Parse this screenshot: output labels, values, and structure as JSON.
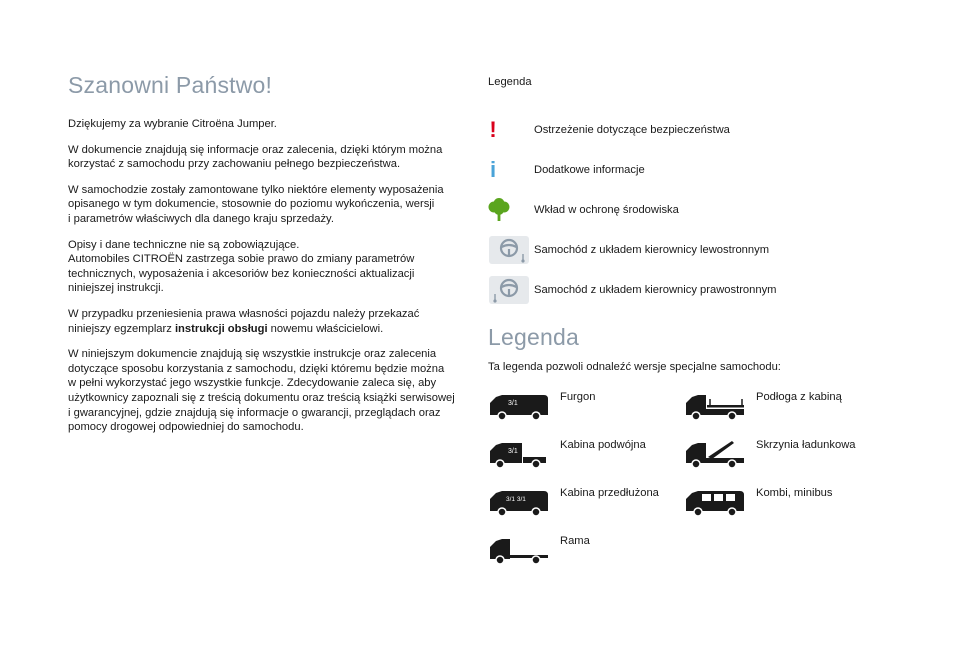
{
  "left": {
    "title": "Szanowni Państwo!",
    "p1": "Dziękujemy za wybranie Citroëna Jumper.",
    "p2": "W dokumencie znajdują się informacje oraz zalecenia, dzięki którym można\nkorzystać z samochodu przy zachowaniu pełnego bezpieczeństwa.",
    "p3": "W samochodzie zostały zamontowane tylko niektóre elementy wyposażenia\nopisanego w tym dokumencie, stosownie do poziomu wykończenia, wersji\ni parametrów właściwych dla danego kraju sprzedaży.",
    "p4": "Opisy i dane techniczne nie są zobowiązujące.\nAutomobiles CITROËN zastrzega sobie prawo do zmiany parametrów\ntechnicznych, wyposażenia i akcesoriów bez konieczności aktualizacji\nniniejszej instrukcji.",
    "p5_before": "W przypadku przeniesienia prawa własności pojazdu należy przekazać\nniniejszy egzemplarz ",
    "p5_bold": "instrukcji obsługi",
    "p5_after": " nowemu właścicielowi.",
    "p6": "W niniejszym dokumencie znajdują się wszystkie instrukcje oraz zalecenia\ndotyczące sposobu korzystania z samochodu, dzięki któremu będzie można\nw pełni wykorzystać jego wszystkie funkcje. Zdecydowanie zaleca się, aby\nużytkownicy zapoznali się z treścią dokumentu oraz treścią książki serwisowej\ni gwarancyjnej, gdzie znajdują się informacje o gwarancji, przeglądach oraz\npomocy drogowej odpowiedniej do samochodu."
  },
  "right": {
    "legend_label": "Legenda",
    "legend_items": [
      {
        "icon": "exclamation-icon",
        "text": "Ostrzeżenie dotyczące bezpieczeństwa"
      },
      {
        "icon": "info-icon",
        "text": "Dodatkowe informacje"
      },
      {
        "icon": "tree-icon",
        "text": "Wkład w ochronę środowiska"
      },
      {
        "icon": "steering-wheel-left-icon",
        "text": "Samochód z układem kierownicy lewostronnym"
      },
      {
        "icon": "steering-wheel-right-icon",
        "text": "Samochód z układem kierownicy prawostronnym"
      }
    ],
    "heading": "Legenda",
    "intro": "Ta legenda pozwoli odnaleźć wersje specjalne samochodu:",
    "vehicles": [
      {
        "icon": "van-icon",
        "label": "Furgon"
      },
      {
        "icon": "platform-cab-icon",
        "label": "Podłoga z kabiną"
      },
      {
        "icon": "double-cab-icon",
        "label": "Kabina podwójna"
      },
      {
        "icon": "tipper-icon",
        "label": "Skrzynia ładunkowa"
      },
      {
        "icon": "extended-cab-icon",
        "label": "Kabina przedłużona"
      },
      {
        "icon": "minibus-icon",
        "label": "Kombi, minibus"
      },
      {
        "icon": "chassis-icon",
        "label": "Rama"
      }
    ]
  },
  "colors": {
    "heading": "#8c9aa8",
    "warning": "#d9001b",
    "info": "#4aa3d8",
    "eco": "#5aa51e"
  }
}
